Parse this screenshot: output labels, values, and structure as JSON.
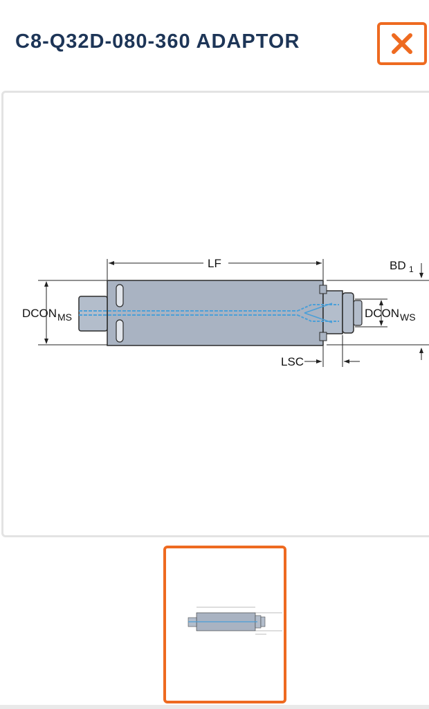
{
  "header": {
    "title": "C8-Q32D-080-360 ADAPTOR",
    "close_icon": "close-x-icon",
    "accent_color": "#ee6a20",
    "title_color": "#1d3557"
  },
  "drawing": {
    "labels": {
      "lf": "LF",
      "bd": "BD",
      "bd_sub": "1",
      "dcon_ms": "DCON",
      "dcon_ms_sub": "MS",
      "dcon_ws": "DCON",
      "dcon_ws_sub": "WS",
      "lsc": "LSC"
    },
    "body_color": "#a9b3c2",
    "channel_color": "#4a9fd8"
  },
  "thumbnails": {
    "selected_index": 0,
    "items": [
      {
        "name": "adaptor-dimension-drawing"
      }
    ]
  }
}
